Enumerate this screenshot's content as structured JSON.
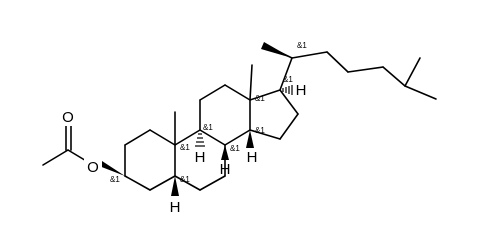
{
  "structure": {
    "atom_labels": {
      "oxygen_carbonyl": "O",
      "oxygen_ester": "O",
      "h_c5": "H",
      "h_c8": "H",
      "h_c9": "H",
      "h_c14": "H",
      "h_c17": "H"
    },
    "stereo_flag": "&1"
  }
}
